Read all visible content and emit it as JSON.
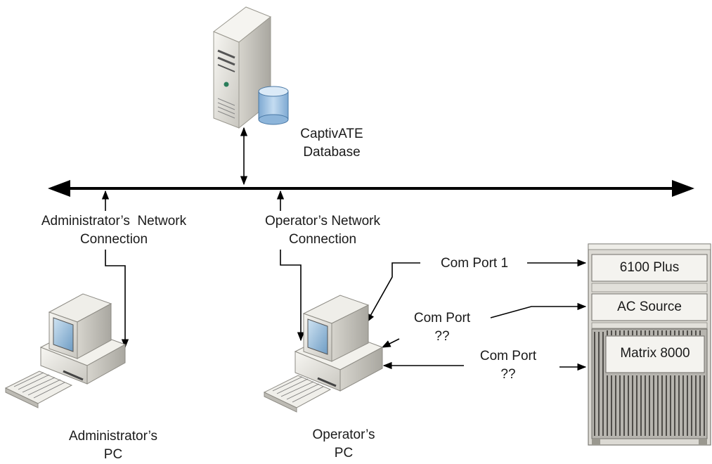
{
  "nodes": {
    "database": {
      "line1": "CaptivATE",
      "line2": "Database"
    },
    "admin_conn": {
      "line1": "Administrator’s  Network",
      "line2": "Connection"
    },
    "operator_conn": {
      "line1": "Operator’s Network",
      "line2": "Connection"
    },
    "admin_pc": {
      "line1": "Administrator’s",
      "line2": "PC"
    },
    "operator_pc": {
      "line1": "Operator’s",
      "line2": "PC"
    },
    "com_port_1": "Com Port 1",
    "com_port_2": {
      "line1": "Com Port",
      "line2": "??"
    },
    "com_port_3": {
      "line1": "Com Port",
      "line2": "??"
    }
  },
  "rack": {
    "unit1": "6100 Plus",
    "unit2": "AC Source",
    "unit3": "Matrix 8000"
  },
  "colors": {
    "line": "#000000",
    "device_beige": "#e6e4de",
    "device_shadow": "#b9b7b1",
    "screen_blue": "#8fb6d6",
    "db_blue": "#9dc1e2"
  }
}
